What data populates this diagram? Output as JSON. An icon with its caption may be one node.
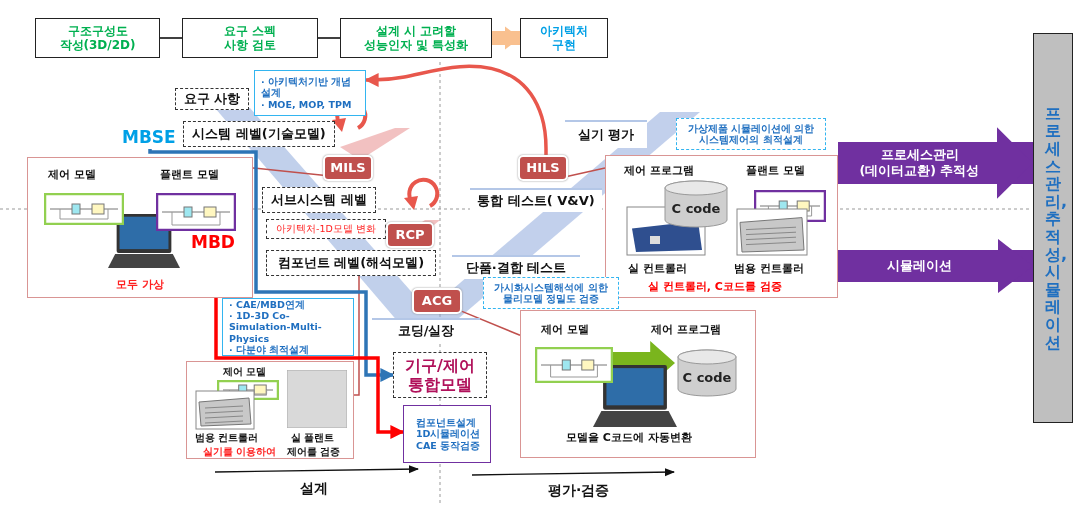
{
  "diagram": {
    "nodes": [
      {
        "text": [
          "구조구성도 작성(3D/2D)"
        ]
      },
      {
        "text": [
          "요구 스펙 사항 검토"
        ]
      },
      {
        "text": [
          "설계 시 고려할 성능인자 및 특성화"
        ]
      },
      {
        "text": [
          "아키텍처 구현"
        ]
      },
      {
        "text": [
          "· 아키텍처기반 개념 설계",
          "· MOE, MOP, TPM"
        ]
      },
      {
        "text": [
          "요구 사항"
        ]
      },
      {
        "text": [
          "시스템 레벨(기술모델)"
        ]
      },
      {
        "text": [
          "MBSE"
        ]
      },
      {
        "text": [
          "MILS"
        ]
      },
      {
        "text": [
          "제어 모델",
          "플랜트 모델",
          "모두 가상"
        ]
      },
      {
        "text": [
          "서브시스템 레벨"
        ]
      },
      {
        "text": [
          "아키텍처-1D모델 변화"
        ]
      },
      {
        "text": [
          "RCP"
        ]
      },
      {
        "text": [
          "컴포넌트 레벨(해석모델)"
        ]
      },
      {
        "text": [
          "MBD"
        ],
        "in": 9
      },
      {
        "text": [
          "실기 평가"
        ]
      },
      {
        "text": [
          "가상제품 시뮬레이션에 의한 시스템제어의 최적설계"
        ]
      },
      {
        "text": [
          "HILS"
        ]
      },
      {
        "text": [
          "통합 테스트( V&V)"
        ]
      },
      {
        "text": [
          "제어 프로그램",
          "플랜트 모델",
          "실 컨트롤러",
          "범용 컨트롤러",
          "실 컨트롤러, C코드를 검증"
        ]
      },
      {
        "text": [
          "C code"
        ],
        "in": 19
      },
      {
        "text": [
          "단품·결합 테스트"
        ]
      },
      {
        "text": [
          "가시화시스템해석에 의한 물리모델 정밀도 검증"
        ]
      },
      {
        "text": [
          "ACG"
        ]
      },
      {
        "text": [
          "· CAE/MBD연계",
          "· 1D-3D Co-Simulation-Multi-Physics",
          "· 다분야 최적설계"
        ]
      },
      {
        "text": [
          "코딩/실장"
        ]
      },
      {
        "text": [
          "제어 모델",
          "범용 컨트롤러",
          "실 플랜트",
          "실기를 이용하여",
          "제어를 검증"
        ]
      },
      {
        "text": [
          "기구/제어 통합모델"
        ]
      },
      {
        "text": [
          "컴포넌트설계 1D시뮬레이션 CAE 동작검증"
        ]
      },
      {
        "text": [
          "제어 모델",
          "제어 프로그램",
          "모델을 C코드에 자동변환"
        ]
      },
      {
        "text": [
          "C code"
        ],
        "in": 29
      },
      {
        "text": [
          "프로세스관리, 추적성, 시뮬레이션"
        ]
      }
    ],
    "edges": [
      {
        "from": 0,
        "to": 1,
        "arrow": "none",
        "color": "#000000"
      },
      {
        "from": 1,
        "to": 2,
        "arrow": "none",
        "color": "#000000"
      },
      {
        "from": 2,
        "to": 3,
        "arrow": "to",
        "style": "thick",
        "color": "#f9c08f"
      },
      {
        "from": 17,
        "to": 4,
        "arrow": "to",
        "style": "thick",
        "color": "#e8574c"
      },
      {
        "from": 9,
        "to": 8,
        "arrow": "none",
        "color": "#c0504d"
      },
      {
        "from": 17,
        "to": 19,
        "arrow": "none",
        "color": "#c0504d"
      },
      {
        "from": 13,
        "to": 26,
        "arrow": "none",
        "color": "#c0504d"
      },
      {
        "from": 23,
        "to": 29,
        "arrow": "none",
        "color": "#c0504d"
      },
      {
        "from": 7,
        "to": 27,
        "arrow": "to",
        "style": "thick",
        "color": "#2e75b6"
      },
      {
        "from": 14,
        "to": 28,
        "arrow": "to",
        "style": "thick",
        "color": "#ff0000"
      },
      {
        "from": 19,
        "to": 31,
        "arrow": "to",
        "style": "thick",
        "color": "#7030a0",
        "label": "프로세스관리(데이터교환) 추적성"
      },
      {
        "from": 19,
        "to": 31,
        "arrow": "to",
        "style": "thick",
        "color": "#7030a0",
        "label": "시뮬레이션"
      }
    ],
    "labels": [
      "설계",
      "평가·검증"
    ]
  }
}
